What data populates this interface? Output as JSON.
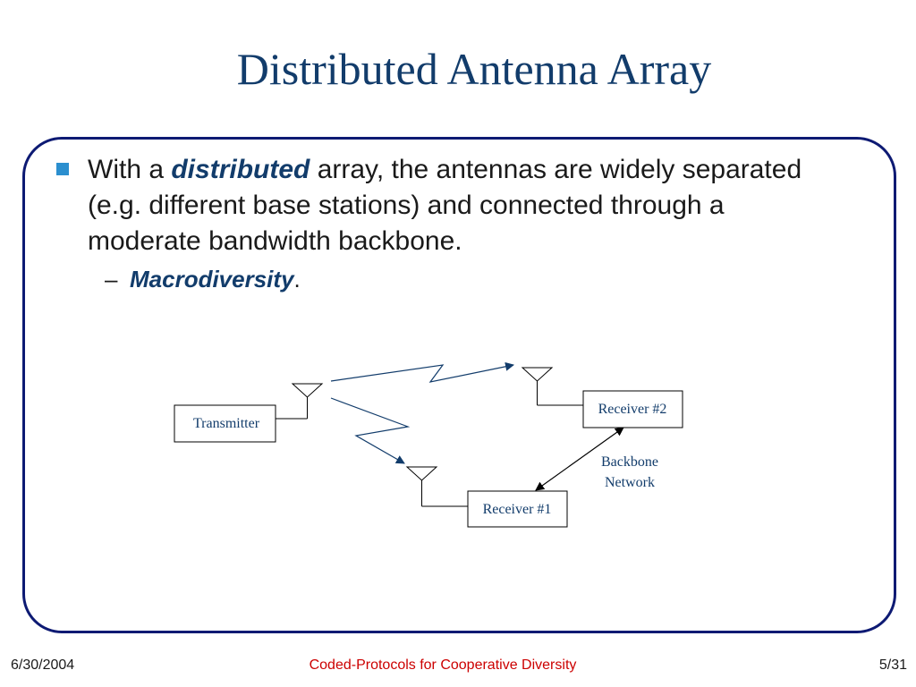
{
  "slide": {
    "title": "Distributed Antenna Array"
  },
  "bullets": {
    "main": {
      "prefix": "With a ",
      "emphasis": "distributed",
      "suffix": " array, the antennas are widely separated (e.g. different base stations) and connected through a moderate bandwidth backbone."
    },
    "sub": {
      "dash": "–",
      "emphasis": "Macrodiversity",
      "suffix": "."
    }
  },
  "diagram": {
    "transmitter_label": "Transmitter",
    "receiver2_label": "Receiver #2",
    "receiver1_label": "Receiver #1",
    "backbone_line1": "Backbone",
    "backbone_line2": "Network"
  },
  "footer": {
    "date": "6/30/2004",
    "center": "Coded-Protocols for Cooperative Diversity",
    "page": "5/31"
  },
  "colors": {
    "title": "#123c6b",
    "frame": "#0d1a73",
    "bullet": "#2b8fcf",
    "footer_center": "#cc0000"
  }
}
